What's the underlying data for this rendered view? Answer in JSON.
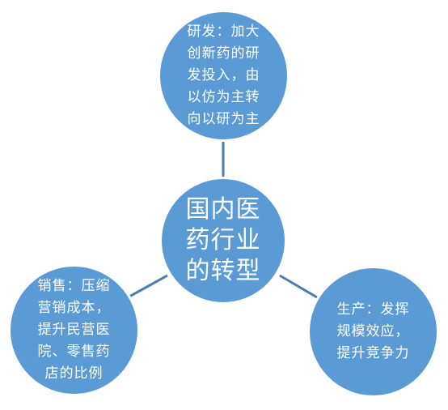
{
  "diagram": {
    "center": {
      "label": "国内医\n药行业\n的转型"
    },
    "top": {
      "label": "研发：加大\n创新药的研\n发投入，由\n以仿为主转\n向以研为主"
    },
    "left": {
      "label": "销售：压缩\n营销成本，\n提升民营医\n院、零售药\n店的比例"
    },
    "right": {
      "label": "生产：发挥\n规模效应，\n提升竞争力"
    }
  },
  "colors": {
    "node_fill": "#5b9bd5",
    "connector": "#4a7eb3",
    "text": "#ffffff"
  }
}
